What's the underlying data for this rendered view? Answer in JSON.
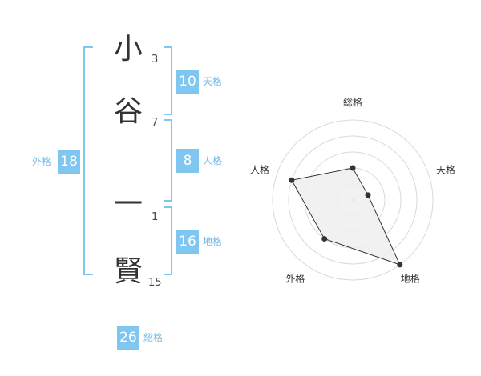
{
  "name": {
    "chars": [
      {
        "char": "小",
        "strokes": "3"
      },
      {
        "char": "谷",
        "strokes": "7"
      },
      {
        "char": "一",
        "strokes": "1"
      },
      {
        "char": "賢",
        "strokes": "15"
      }
    ]
  },
  "kakusu": {
    "tenkaku": {
      "value": "10",
      "label": "天格"
    },
    "jinkaku": {
      "value": "8",
      "label": "人格"
    },
    "chikaku": {
      "value": "16",
      "label": "地格"
    },
    "gaikaku": {
      "value": "18",
      "label": "外格"
    },
    "soukaku": {
      "value": "26",
      "label": "総格"
    }
  },
  "chart_data": {
    "type": "radar",
    "axes": [
      "総格",
      "天格",
      "地格",
      "外格",
      "人格"
    ],
    "values": [
      2,
      1,
      5,
      3,
      4
    ],
    "max": 5,
    "colors": {
      "fill": "#eeeeee",
      "line": "#333333",
      "ring": "#d9d9d9"
    }
  }
}
